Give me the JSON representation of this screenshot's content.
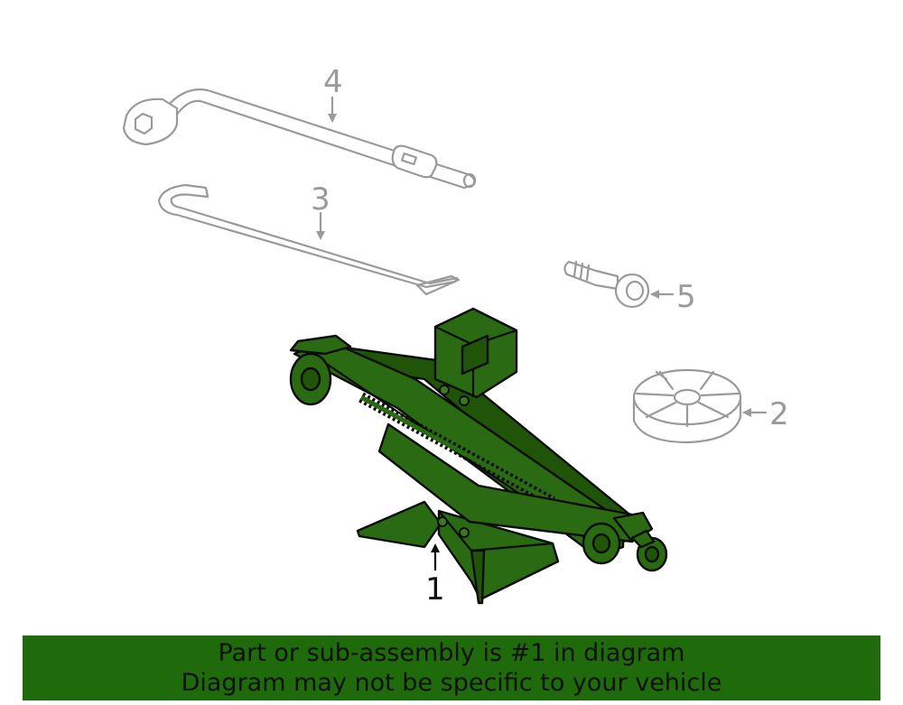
{
  "diagram": {
    "callouts": {
      "jack": "1",
      "pad": "2",
      "handle": "3",
      "wrench": "4",
      "tow_eye": "5"
    }
  },
  "banner": {
    "line1": "Part or sub-assembly is #1 in diagram",
    "line2": "Diagram may not be specific to your vehicle"
  },
  "colors": {
    "highlight": "#2a6a12",
    "banner": "#1f6a0a",
    "outline": "#9a9a9a"
  }
}
